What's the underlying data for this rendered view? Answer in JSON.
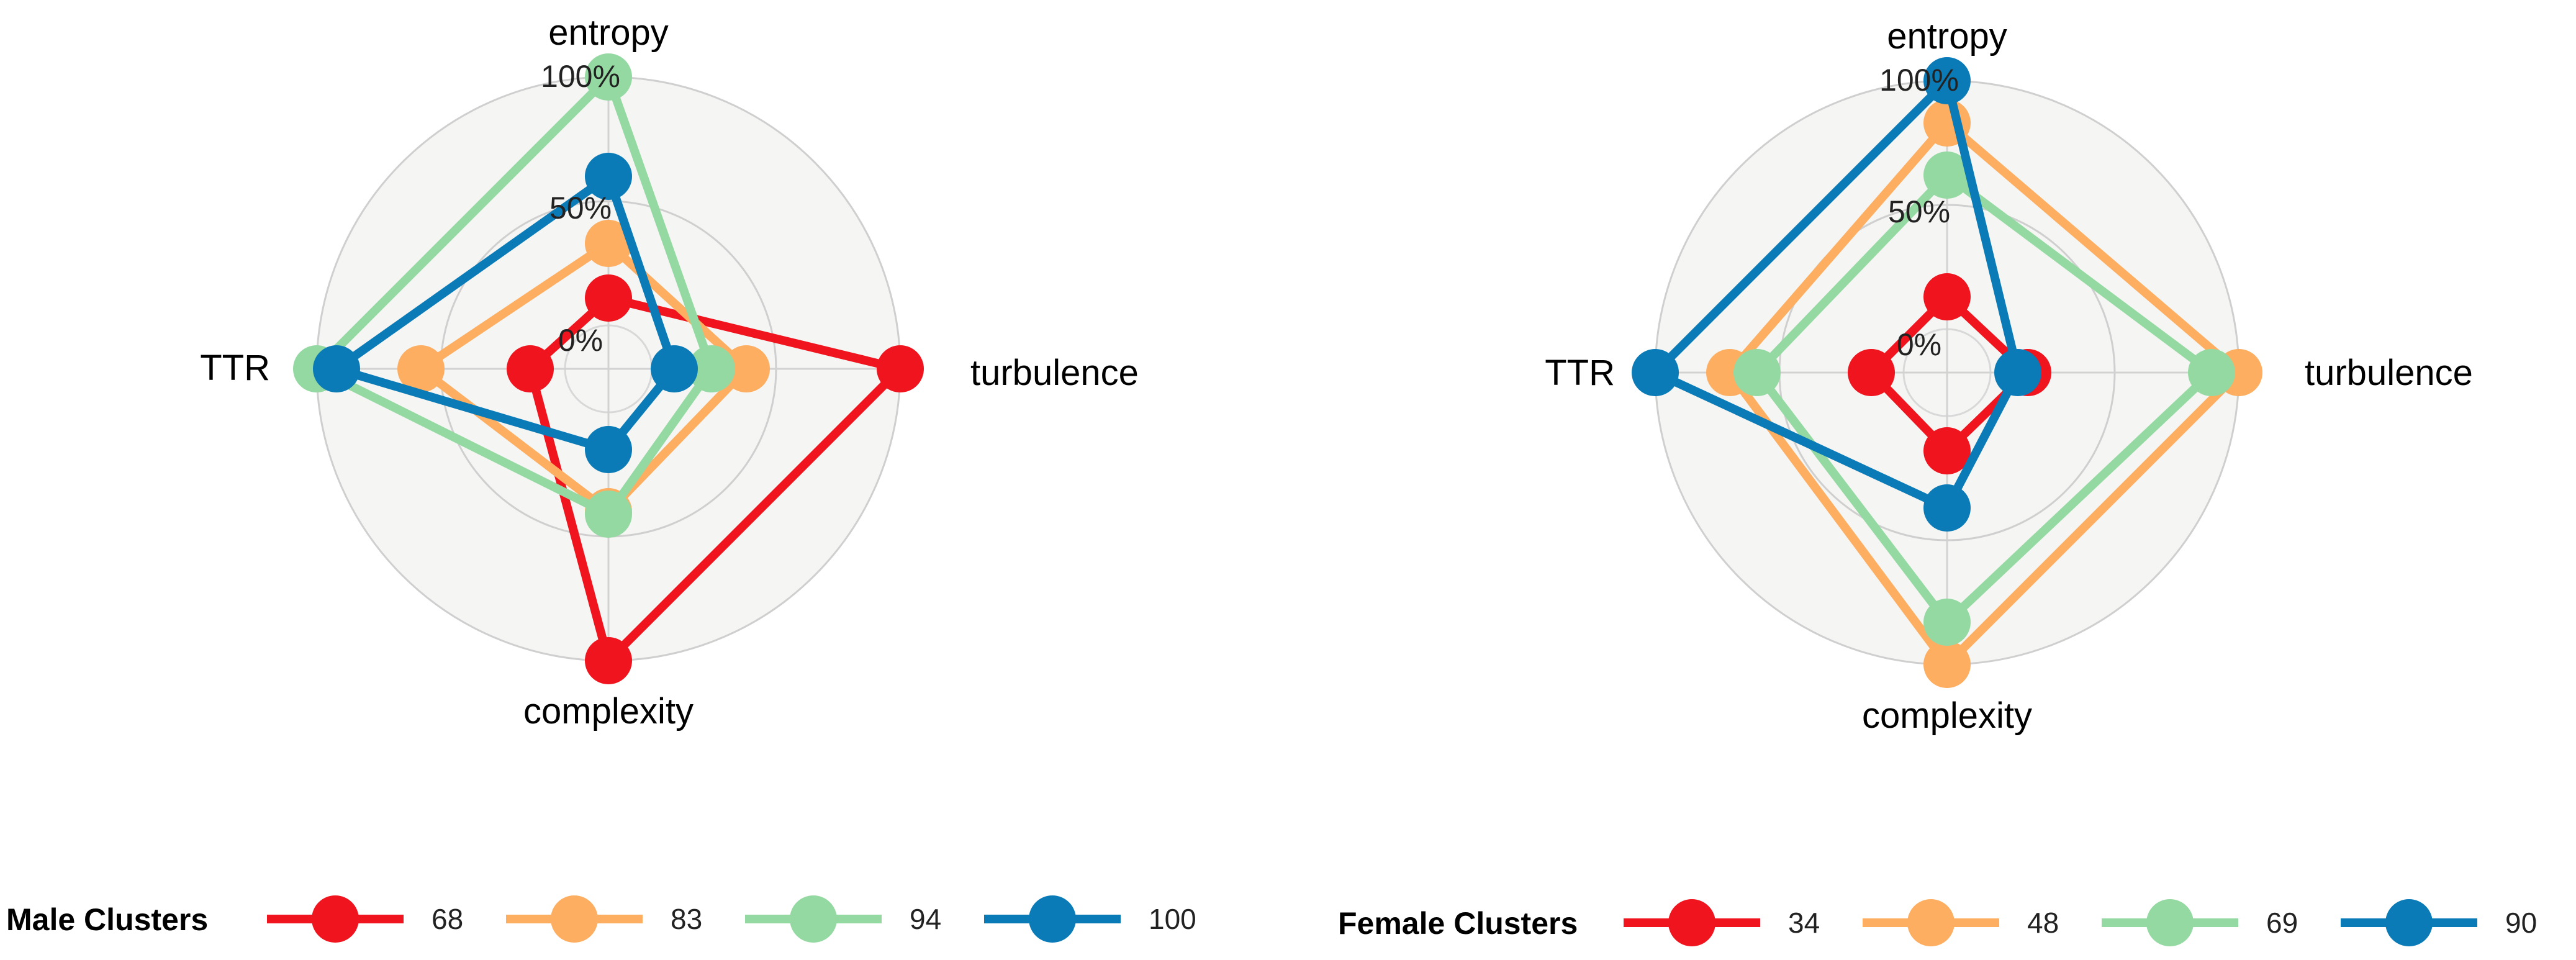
{
  "chart_data": [
    {
      "type": "radar",
      "axes": [
        "entropy",
        "turbulence",
        "complexity",
        "TTR"
      ],
      "scale_labels": [
        "0%",
        "50%",
        "100%"
      ],
      "range": [
        0,
        100
      ],
      "legend": {
        "title": "Male Clusters",
        "placement": "bottom"
      },
      "series": [
        {
          "name": "68",
          "color": "#f0141e",
          "values": [
            11,
            100,
            100,
            14
          ]
        },
        {
          "name": "83",
          "color": "#fdae61",
          "values": [
            33,
            38,
            40,
            58
          ]
        },
        {
          "name": "94",
          "color": "#95d9a2",
          "values": [
            100,
            24,
            41,
            100
          ]
        },
        {
          "name": "100",
          "color": "#0a7bb7",
          "values": [
            60,
            9,
            15,
            92
          ]
        }
      ]
    },
    {
      "type": "radar",
      "axes": [
        "entropy",
        "turbulence",
        "complexity",
        "TTR"
      ],
      "scale_labels": [
        "0%",
        "50%",
        "100%"
      ],
      "range": [
        0,
        100
      ],
      "legend": {
        "title": "Female Clusters",
        "placement": "bottom"
      },
      "series": [
        {
          "name": "34",
          "color": "#f0141e",
          "values": [
            13,
            15,
            14,
            13
          ]
        },
        {
          "name": "48",
          "color": "#fdae61",
          "values": [
            83,
            100,
            100,
            70
          ]
        },
        {
          "name": "69",
          "color": "#95d9a2",
          "values": [
            62,
            89,
            83,
            59
          ]
        },
        {
          "name": "90",
          "color": "#0a7bb7",
          "values": [
            100,
            11,
            37,
            100
          ]
        }
      ]
    }
  ]
}
